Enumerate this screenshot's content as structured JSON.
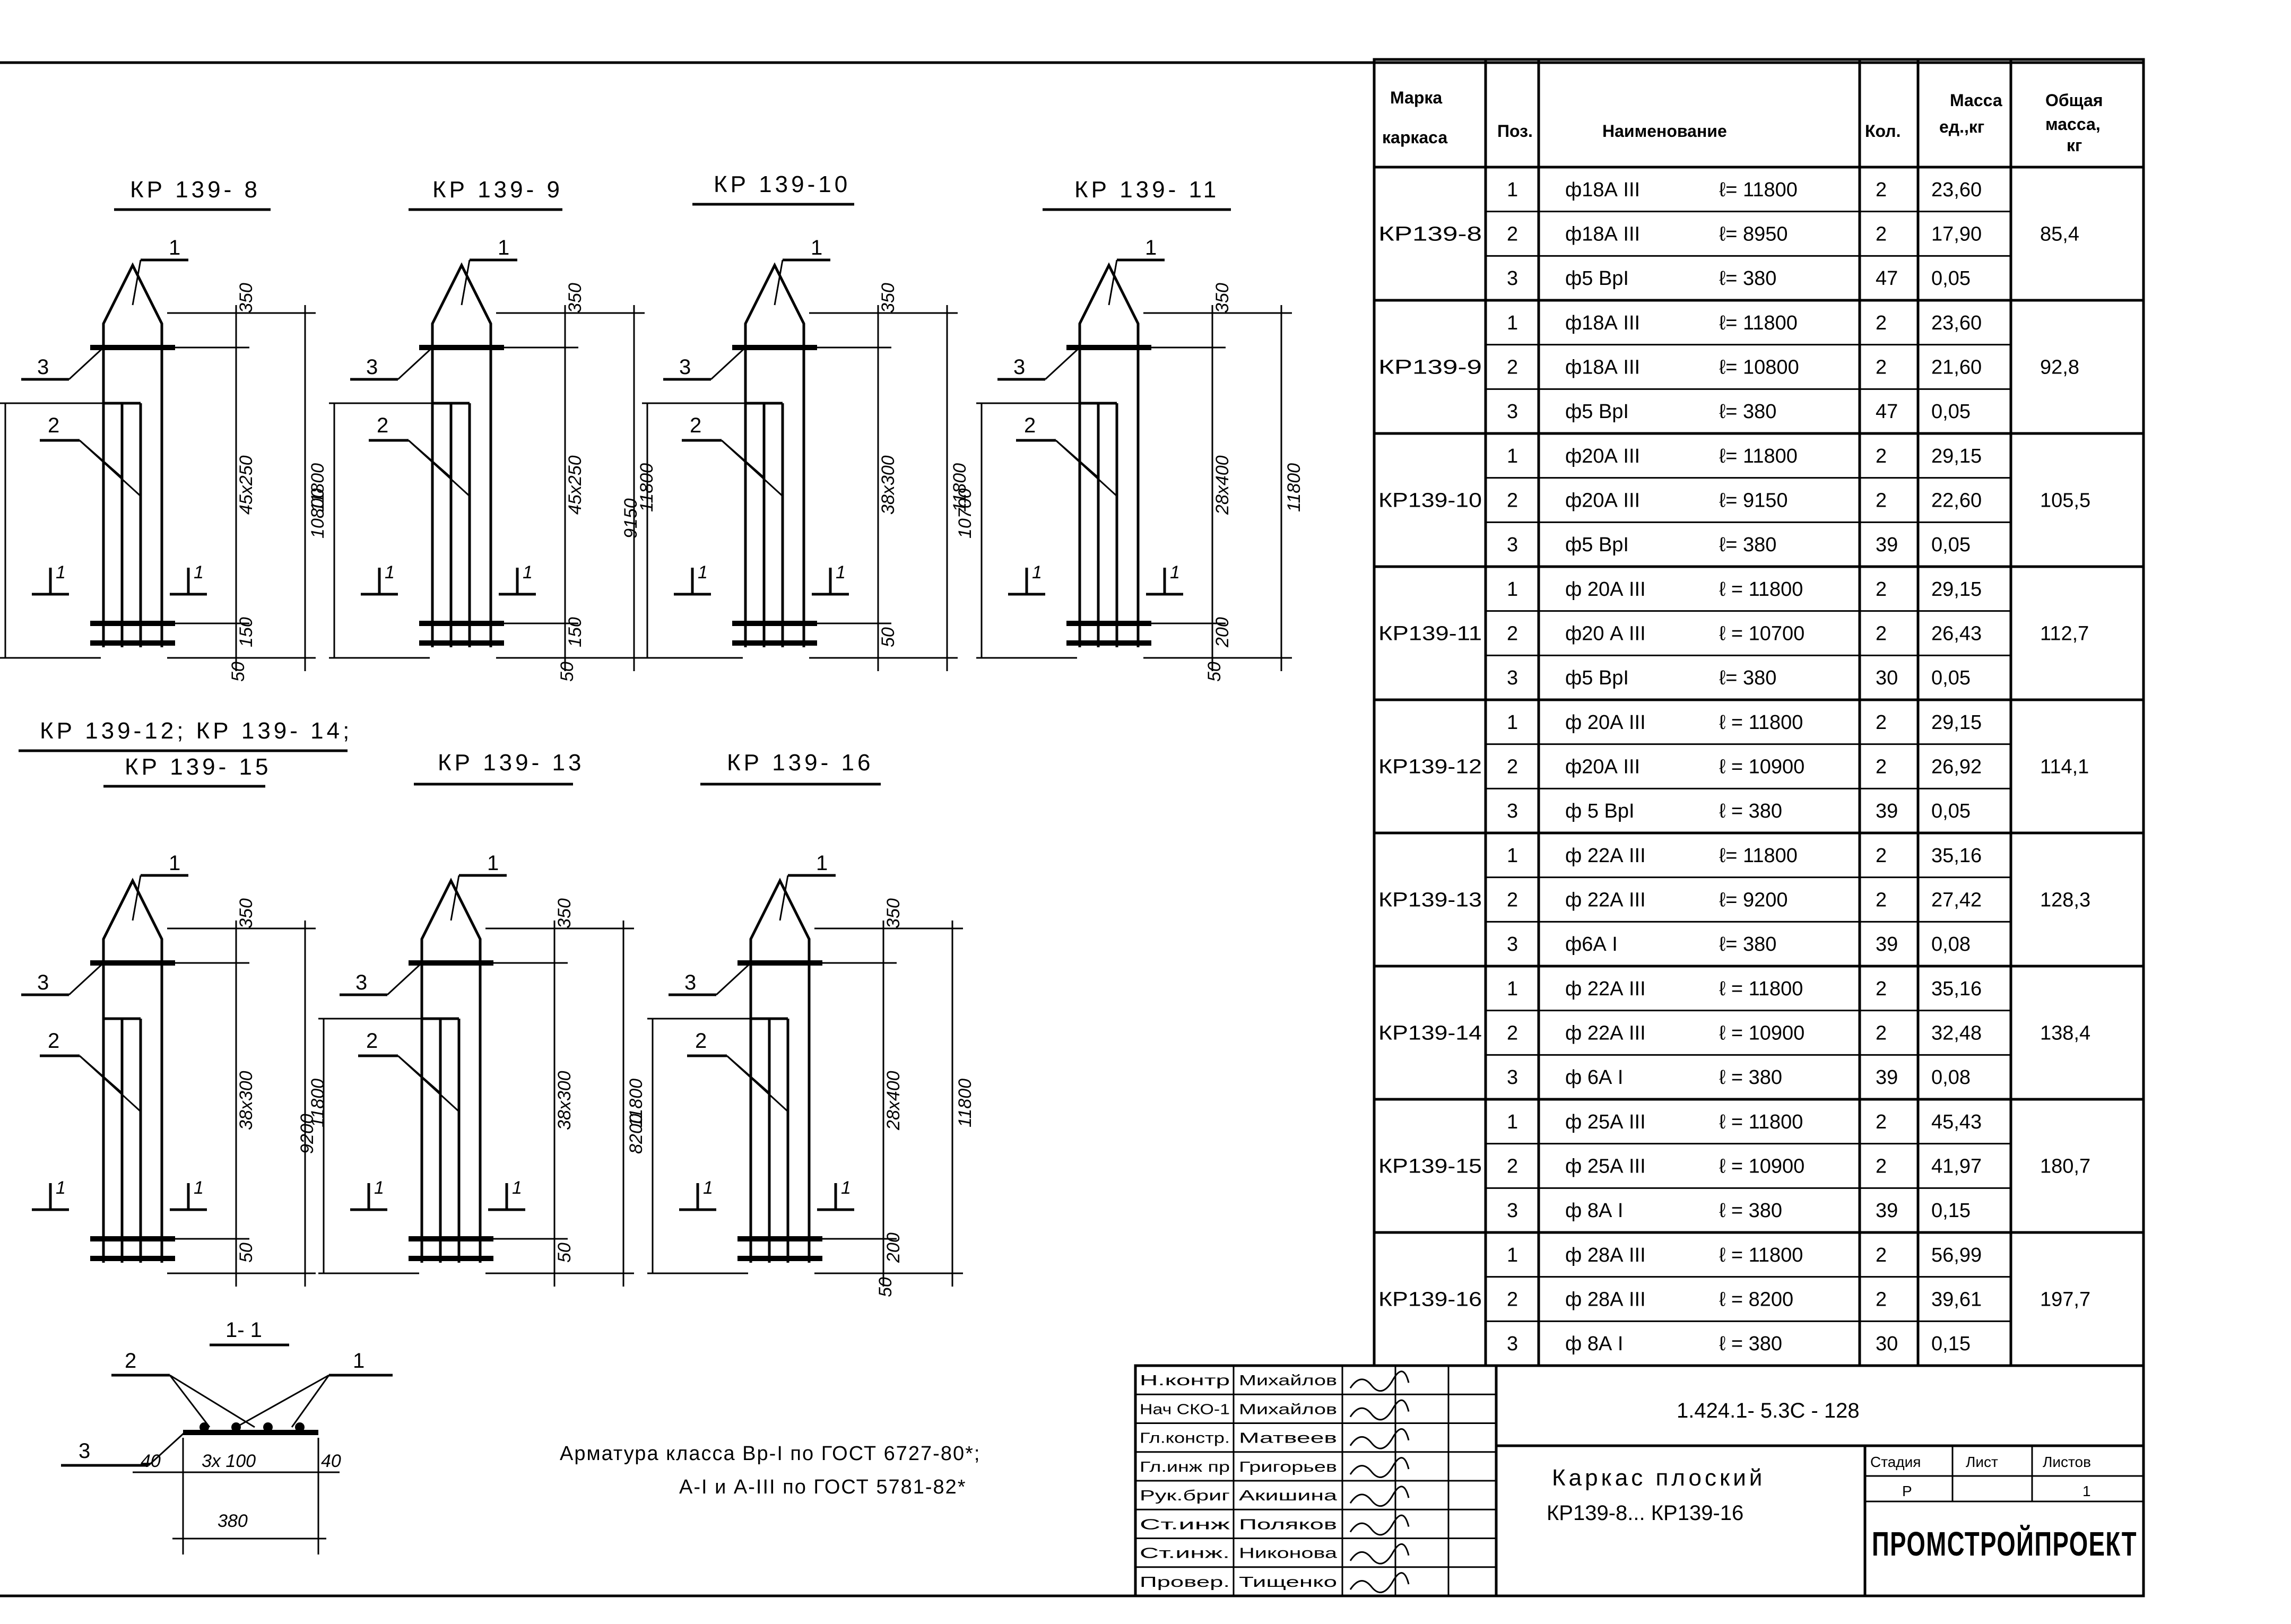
{
  "drawing": {
    "captions": {
      "kp8": "КР 139- 8",
      "kp9": "КР 139- 9",
      "kp10": "КР 139-10",
      "kp11": "КР 139- 11",
      "kp12_line1": "КР 139-12; КР 139- 14;",
      "kp12_line2": "КР 139- 15",
      "kp13": "КР 139- 13",
      "kp16": "КР 139- 16"
    },
    "frames": {
      "kp8": {
        "pos": [
          "1",
          "3",
          "2"
        ],
        "top_dim": "350",
        "mid_dim": "45х250",
        "total_dim": "11800",
        "left_dim": "10800",
        "bot_dim": "150",
        "end_dim": "50"
      },
      "kp9": {
        "pos": [
          "1",
          "3",
          "2"
        ],
        "top_dim": "350",
        "mid_dim": "45х250",
        "total_dim": "11800",
        "left_dim": "10800",
        "bot_dim": "150",
        "end_dim": "50"
      },
      "kp10": {
        "pos": [
          "1",
          "3",
          "2"
        ],
        "top_dim": "350",
        "mid_dim": "38х300",
        "total_dim": "11800",
        "left_dim": "9150",
        "bot_dim": "50",
        "end_dim": ""
      },
      "kp11": {
        "pos": [
          "1",
          "3",
          "2"
        ],
        "top_dim": "350",
        "mid_dim": "28х400",
        "total_dim": "11800",
        "left_dim": "10700",
        "bot_dim": "200",
        "end_dim": "50"
      },
      "kp12": {
        "pos": [
          "1",
          "3",
          "2"
        ],
        "top_dim": "350",
        "mid_dim": "38х300",
        "total_dim": "11800",
        "left_dim": "",
        "bot_dim": "50",
        "end_dim": ""
      },
      "kp13": {
        "pos": [
          "1",
          "3",
          "2"
        ],
        "top_dim": "350",
        "mid_dim": "38х300",
        "total_dim": "11800",
        "left_dim": "9200",
        "bot_dim": "50",
        "end_dim": ""
      },
      "kp16": {
        "pos": [
          "1",
          "3",
          "2"
        ],
        "top_dim": "350",
        "mid_dim": "28х400",
        "total_dim": "11800",
        "left_dim": "8200",
        "bot_dim": "200",
        "end_dim": "50"
      }
    },
    "section_marks": "1",
    "section": {
      "title": "1- 1",
      "pos": [
        "2",
        "1",
        "3"
      ],
      "dims": [
        "40",
        "3х 100",
        "40",
        "380"
      ]
    },
    "note_line1": "Арматура класса Вр-I по ГОСТ 6727-80*;",
    "note_line2": "А-I и А-III по ГОСТ 5781-82*"
  },
  "spec_table": {
    "headers": {
      "mark": [
        "Марка",
        "каркаса"
      ],
      "pos": "Поз.",
      "name": "Наименование",
      "qty": "Кол.",
      "unit_mass": [
        "Масса",
        "ед.,кг"
      ],
      "total_mass": [
        "Общая",
        "масса,",
        "кг"
      ]
    },
    "groups": [
      {
        "mark": "КР139-8",
        "total": "85,4",
        "rows": [
          {
            "pos": "1",
            "bar": "ф18А III",
            "len": "ℓ= 11800",
            "qty": "2",
            "mass": "23,60"
          },
          {
            "pos": "2",
            "bar": "ф18А III",
            "len": "ℓ= 8950",
            "qty": "2",
            "mass": "17,90"
          },
          {
            "pos": "3",
            "bar": "ф5 ВрI",
            "len": "ℓ= 380",
            "qty": "47",
            "mass": "0,05"
          }
        ]
      },
      {
        "mark": "КР139-9",
        "total": "92,8",
        "rows": [
          {
            "pos": "1",
            "bar": "ф18А III",
            "len": "ℓ= 11800",
            "qty": "2",
            "mass": "23,60"
          },
          {
            "pos": "2",
            "bar": "ф18А III",
            "len": "ℓ= 10800",
            "qty": "2",
            "mass": "21,60"
          },
          {
            "pos": "3",
            "bar": "ф5 ВрI",
            "len": "ℓ= 380",
            "qty": "47",
            "mass": "0,05"
          }
        ]
      },
      {
        "mark": "КР139-10",
        "total": "105,5",
        "rows": [
          {
            "pos": "1",
            "bar": "ф20А III",
            "len": "ℓ= 11800",
            "qty": "2",
            "mass": "29,15"
          },
          {
            "pos": "2",
            "bar": "ф20А III",
            "len": "ℓ= 9150",
            "qty": "2",
            "mass": "22,60"
          },
          {
            "pos": "3",
            "bar": "ф5 ВрI",
            "len": "ℓ= 380",
            "qty": "39",
            "mass": "0,05"
          }
        ]
      },
      {
        "mark": "КР139-11",
        "total": "112,7",
        "rows": [
          {
            "pos": "1",
            "bar": "ф 20А III",
            "len": "ℓ = 11800",
            "qty": "2",
            "mass": "29,15"
          },
          {
            "pos": "2",
            "bar": "ф20 А III",
            "len": "ℓ = 10700",
            "qty": "2",
            "mass": "26,43"
          },
          {
            "pos": "3",
            "bar": "ф5 ВрI",
            "len": "ℓ= 380",
            "qty": "30",
            "mass": "0,05"
          }
        ]
      },
      {
        "mark": "КР139-12",
        "total": "114,1",
        "rows": [
          {
            "pos": "1",
            "bar": "ф 20А III",
            "len": "ℓ = 11800",
            "qty": "2",
            "mass": "29,15"
          },
          {
            "pos": "2",
            "bar": "ф20А III",
            "len": "ℓ = 10900",
            "qty": "2",
            "mass": "26,92"
          },
          {
            "pos": "3",
            "bar": "ф 5 ВрI",
            "len": "ℓ = 380",
            "qty": "39",
            "mass": "0,05"
          }
        ]
      },
      {
        "mark": "КР139-13",
        "total": "128,3",
        "rows": [
          {
            "pos": "1",
            "bar": "ф 22А III",
            "len": "ℓ= 11800",
            "qty": "2",
            "mass": "35,16"
          },
          {
            "pos": "2",
            "bar": "ф 22А III",
            "len": "ℓ= 9200",
            "qty": "2",
            "mass": "27,42"
          },
          {
            "pos": "3",
            "bar": "ф6А I",
            "len": "ℓ= 380",
            "qty": "39",
            "mass": "0,08"
          }
        ]
      },
      {
        "mark": "КР139-14",
        "total": "138,4",
        "rows": [
          {
            "pos": "1",
            "bar": "ф 22А III",
            "len": "ℓ = 11800",
            "qty": "2",
            "mass": "35,16"
          },
          {
            "pos": "2",
            "bar": "ф 22А III",
            "len": "ℓ = 10900",
            "qty": "2",
            "mass": "32,48"
          },
          {
            "pos": "3",
            "bar": "ф 6А I",
            "len": "ℓ = 380",
            "qty": "39",
            "mass": "0,08"
          }
        ]
      },
      {
        "mark": "КР139-15",
        "total": "180,7",
        "rows": [
          {
            "pos": "1",
            "bar": "ф 25А III",
            "len": "ℓ = 11800",
            "qty": "2",
            "mass": "45,43"
          },
          {
            "pos": "2",
            "bar": "ф 25А III",
            "len": "ℓ = 10900",
            "qty": "2",
            "mass": "41,97"
          },
          {
            "pos": "3",
            "bar": "ф 8А I",
            "len": "ℓ = 380",
            "qty": "39",
            "mass": "0,15"
          }
        ]
      },
      {
        "mark": "КР139-16",
        "total": "197,7",
        "rows": [
          {
            "pos": "1",
            "bar": "ф 28А III",
            "len": "ℓ = 11800",
            "qty": "2",
            "mass": "56,99"
          },
          {
            "pos": "2",
            "bar": "ф 28А III",
            "len": "ℓ = 8200",
            "qty": "2",
            "mass": "39,61"
          },
          {
            "pos": "3",
            "bar": "ф 8А I",
            "len": "ℓ = 380",
            "qty": "30",
            "mass": "0,15"
          }
        ]
      }
    ]
  },
  "title_block": {
    "roles": [
      {
        "role": "Н.контр",
        "name": "Михайлов"
      },
      {
        "role": "Нач СКО-1",
        "name": "Михайлов"
      },
      {
        "role": "Гл.констр.",
        "name": "Матвеев"
      },
      {
        "role": "Гл.инж пр",
        "name": "Григорьев"
      },
      {
        "role": "Рук.бриг",
        "name": "Акишина"
      },
      {
        "role": "Ст.инж",
        "name": "Поляков"
      },
      {
        "role": "Ст.инж.",
        "name": "Никонова"
      },
      {
        "role": "Провер.",
        "name": "Тищенко"
      }
    ],
    "code": "1.424.1- 5.3С - 128",
    "title_line1": "Каркас плоский",
    "title_line2": "КР139-8... КР139-16",
    "stage_label": "Стадия",
    "sheet_label": "Лист",
    "sheets_label": "Листов",
    "stage": "Р",
    "sheet": "",
    "sheets": "1",
    "org": "ПРОМСТРОЙПРОЕКТ"
  }
}
